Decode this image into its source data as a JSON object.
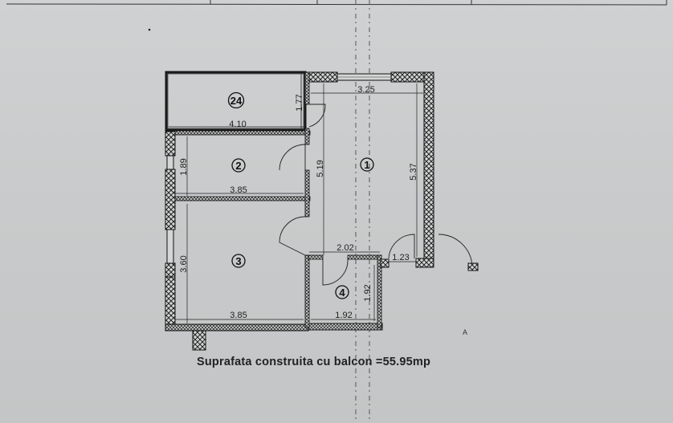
{
  "plan": {
    "caption": "Suprafata construita cu balcon =55.95mp",
    "total_area_mp": "55.95",
    "rooms": [
      {
        "id": "24",
        "label": "24",
        "width": "4.10",
        "depth": "1.77"
      },
      {
        "id": "1",
        "label": "1",
        "width": "3.25",
        "depth": "5.37",
        "depth_inner": "5.19",
        "lower_width": "2.02"
      },
      {
        "id": "2",
        "label": "2",
        "width": "3.85",
        "depth": "1.89"
      },
      {
        "id": "3",
        "label": "3",
        "width": "3.85",
        "depth": "3.60"
      },
      {
        "id": "4",
        "label": "4",
        "width": "1.92",
        "depth": "1.92"
      }
    ],
    "balcony_door_width": "1.23",
    "corner_mark": "A"
  },
  "colors": {
    "paper": "#c9cbcc",
    "ink": "#1a1a1a",
    "hatch": "#2a2a2a"
  }
}
